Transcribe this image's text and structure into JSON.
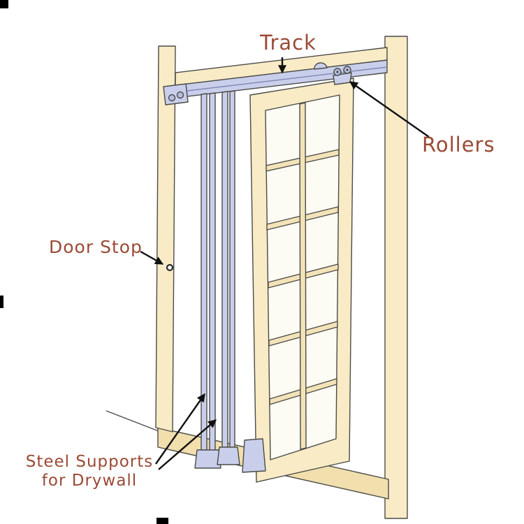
{
  "diagram": {
    "labels": {
      "track": "Track",
      "rollers": "Rollers",
      "door_stop": "Door Stop",
      "steel_supports_line1": "Steel Supports",
      "steel_supports_line2": "for Drywall"
    },
    "colors": {
      "label_text": "#9b4a36",
      "wood": "#f8ebc6",
      "wood_dark": "#f1dfae",
      "steel": "#c9cfeb",
      "steel_dark": "#b7bedf",
      "outline": "#4b4b47",
      "arrow": "#101010",
      "glass": "#fdfcf4",
      "background": "#ffffff"
    }
  }
}
